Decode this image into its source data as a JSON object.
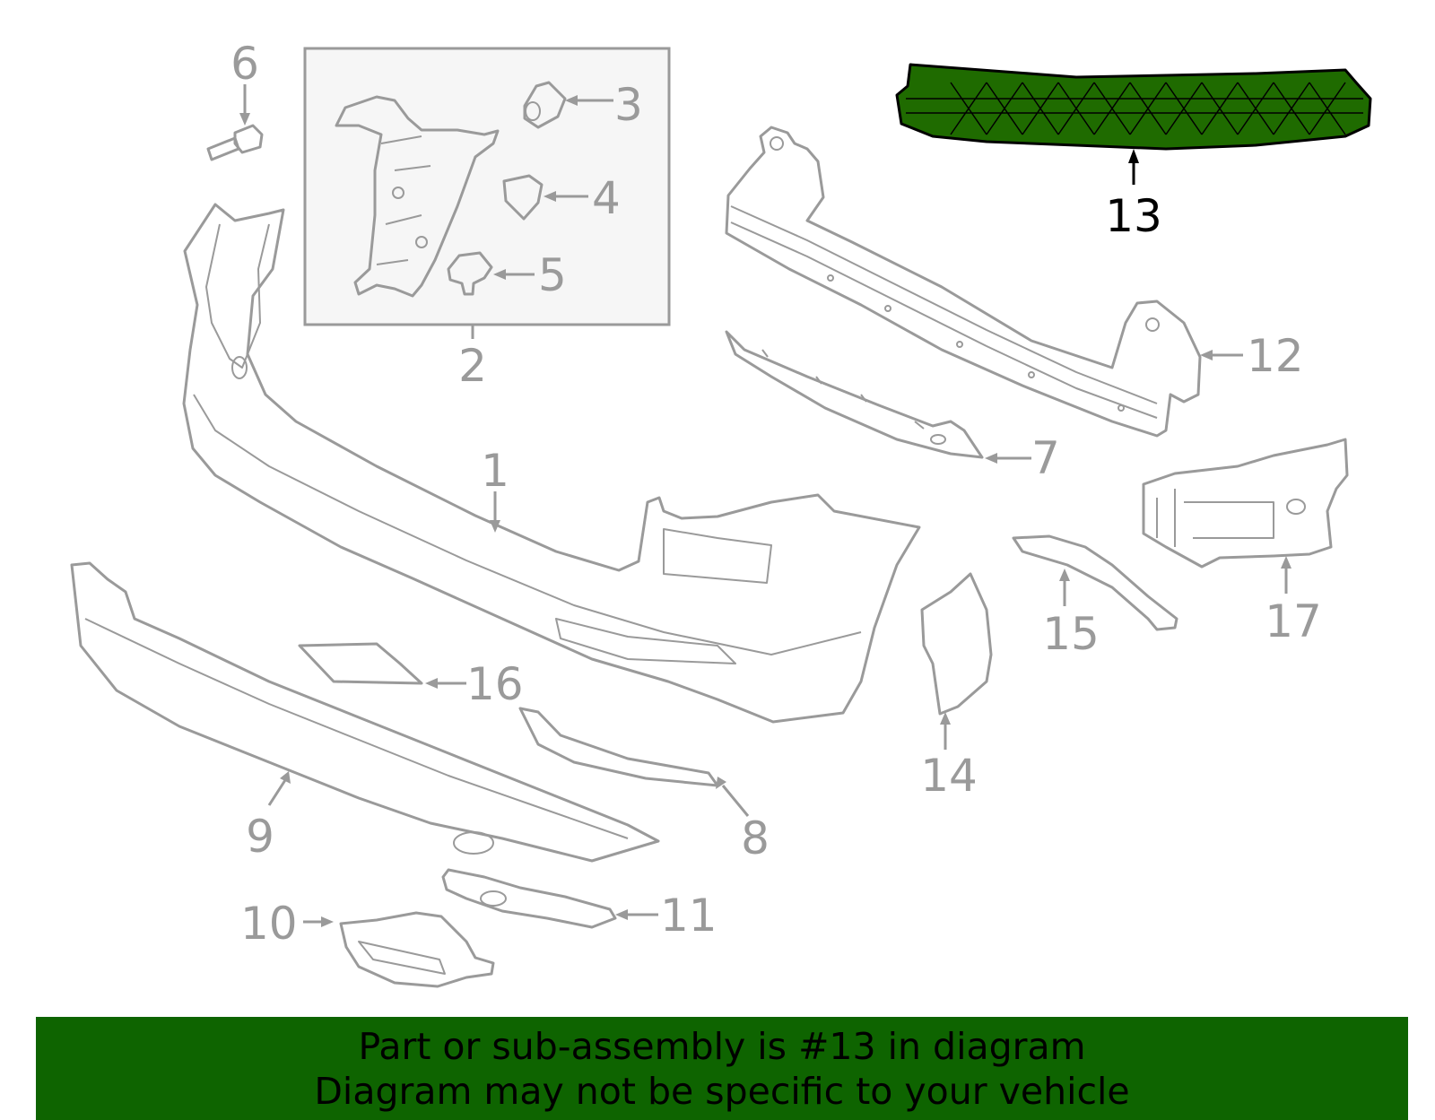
{
  "diagram": {
    "highlight_part": "13",
    "colors": {
      "line": "#9a9a9a",
      "highlight_fill": "#1f6b00",
      "highlight_stroke": "#000000",
      "banner_bg": "#0e6400",
      "inset_bg": "#f6f6f6"
    },
    "callouts": {
      "c1": "1",
      "c2": "2",
      "c3": "3",
      "c4": "4",
      "c5": "5",
      "c6": "6",
      "c7": "7",
      "c8": "8",
      "c9": "9",
      "c10": "10",
      "c11": "11",
      "c12": "12",
      "c13": "13",
      "c14": "14",
      "c15": "15",
      "c16": "16",
      "c17": "17"
    }
  },
  "banner": {
    "line1": "Part or sub-assembly is #13 in diagram",
    "line2": "Diagram may not be specific to your vehicle"
  }
}
